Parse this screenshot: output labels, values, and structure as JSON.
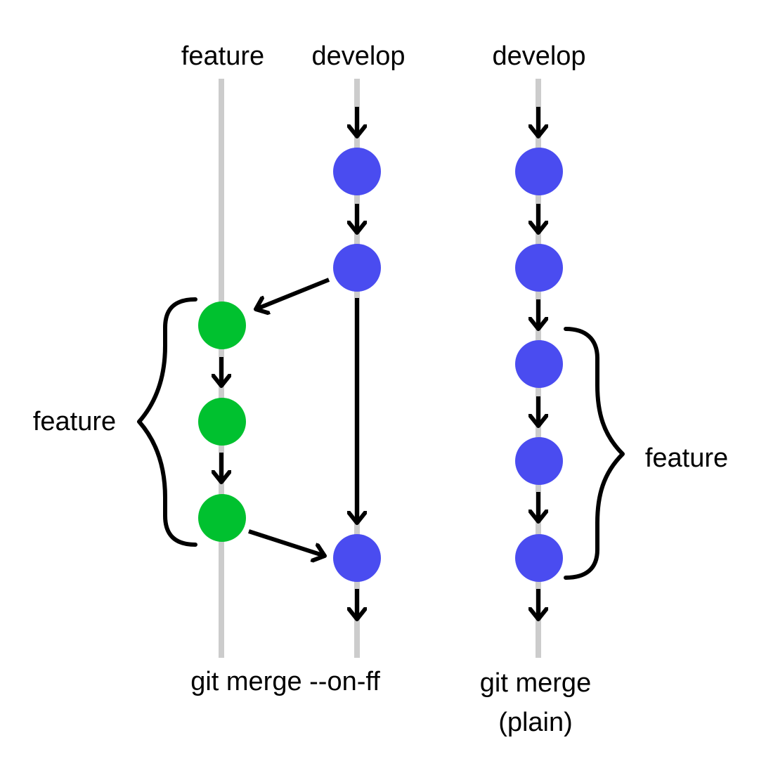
{
  "colors": {
    "background": "#ffffff",
    "lane": "#cccccc",
    "develop_commit": "#4a4cf0",
    "feature_commit": "#00c12f",
    "arrow": "#000000"
  },
  "left_diagram": {
    "feature_header": "feature",
    "develop_header": "develop",
    "brace_label": "feature",
    "caption": "git merge --on-ff"
  },
  "right_diagram": {
    "develop_header": "develop",
    "brace_label": "feature",
    "caption_line1": "git merge",
    "caption_line2": "(plain)"
  }
}
